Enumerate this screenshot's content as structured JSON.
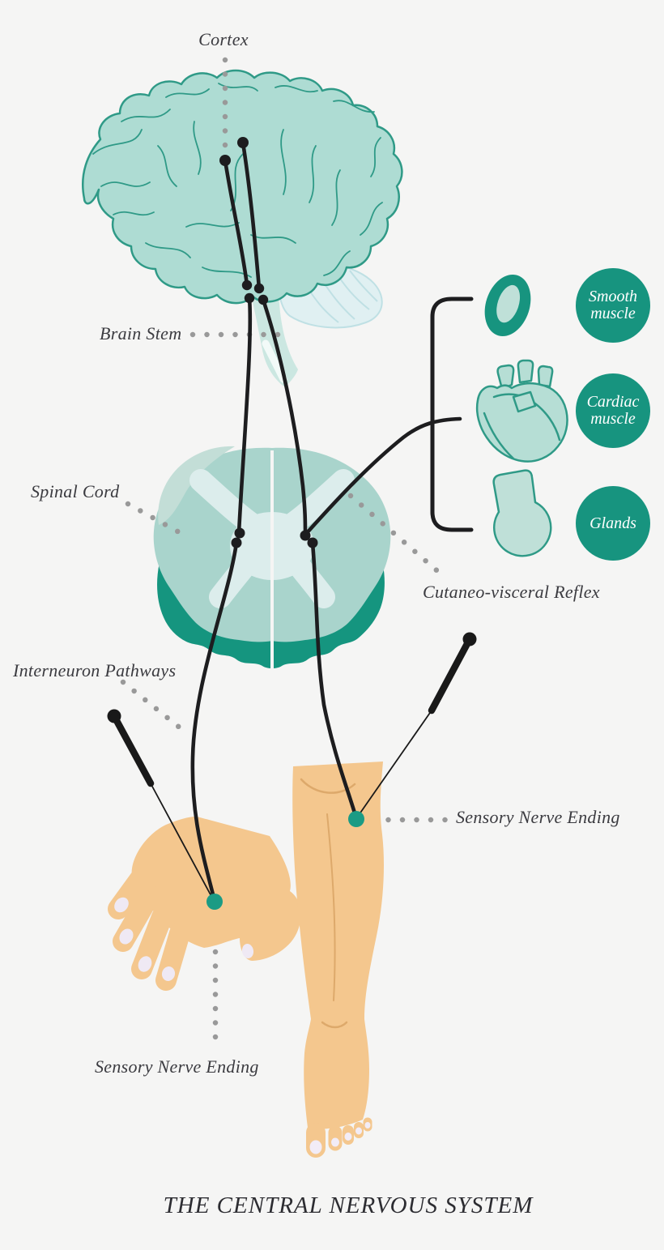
{
  "title": "THE CENTRAL NERVOUS SYSTEM",
  "labels": {
    "cortex": "Cortex",
    "brain_stem": "Brain Stem",
    "spinal_cord": "Spinal Cord",
    "cutaneo_visceral_reflex": "Cutaneo-visceral Reflex",
    "interneuron_pathways": "Interneuron Pathways",
    "sensory_nerve_ending_leg": "Sensory Nerve Ending",
    "sensory_nerve_ending_hand": "Sensory Nerve Ending"
  },
  "targets": [
    {
      "line1": "Smooth",
      "line2": "muscle"
    },
    {
      "line1": "Cardiac",
      "line2": "muscle"
    },
    {
      "line1": "Glands",
      "line2": ""
    }
  ],
  "icons": [
    "smooth-muscle-icon",
    "cardiac-muscle-icon",
    "gland-icon",
    "acupuncture-needle-icon-left",
    "acupuncture-needle-icon-right"
  ],
  "colors": {
    "background": "#f5f5f4",
    "brain_fill": "#aedcd3",
    "brain_outline": "#2f9a87",
    "cerebellum_fill": "#e0f0f2",
    "cord_body": "#a9d4cc",
    "cord_dark": "#15957f",
    "cord_gray_matter": "#dcedec",
    "organ_fill": "#b6ded5",
    "skin": "#f4c78e",
    "nail": "#efe9f4",
    "nerve_line": "#1d1d1f",
    "leader_dots": "#999999",
    "badge_circle": "#17947f",
    "badge_text": "#ffffff",
    "nerve_ending_dot": "#1b9b84",
    "label_text": "#3b3b40"
  }
}
